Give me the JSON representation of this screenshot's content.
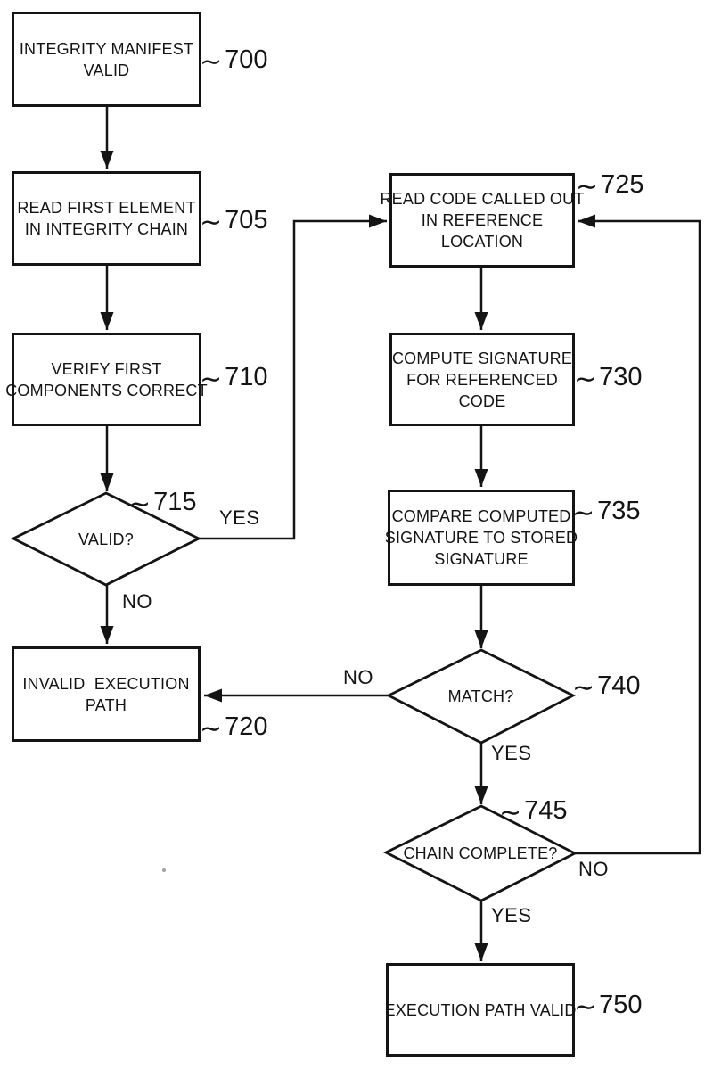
{
  "figure": {
    "squiggle": "∼",
    "nodes": {
      "n700": {
        "ref": "700",
        "lines": [
          "INTEGRITY MANIFEST",
          "VALID"
        ]
      },
      "n705": {
        "ref": "705",
        "lines": [
          "READ FIRST ELEMENT",
          "IN INTEGRITY CHAIN"
        ]
      },
      "n710": {
        "ref": "710",
        "lines": [
          "VERIFY FIRST",
          "COMPONENTS CORRECT"
        ]
      },
      "n715": {
        "ref": "715",
        "lines": [
          "VALID?"
        ]
      },
      "n720": {
        "ref": "720",
        "lines": [
          "INVALID  EXECUTION",
          "PATH"
        ]
      },
      "n725": {
        "ref": "725",
        "lines": [
          "READ CODE CALLED OUT",
          "IN REFERENCE",
          "LOCATION"
        ]
      },
      "n730": {
        "ref": "730",
        "lines": [
          "COMPUTE SIGNATURE",
          "FOR REFERENCED",
          "CODE"
        ]
      },
      "n735": {
        "ref": "735",
        "lines": [
          "COMPARE COMPUTED",
          "SIGNATURE TO STORED",
          "SIGNATURE"
        ]
      },
      "n740": {
        "ref": "740",
        "lines": [
          "MATCH?"
        ]
      },
      "n745": {
        "ref": "745",
        "lines": [
          "CHAIN COMPLETE?"
        ]
      },
      "n750": {
        "ref": "750",
        "lines": [
          "EXECUTION PATH VALID"
        ]
      }
    },
    "edge_labels": {
      "valid_yes": "YES",
      "valid_no": "NO",
      "match_no": "NO",
      "match_yes": "YES",
      "chain_no": "NO",
      "chain_yes": "YES"
    },
    "colors": {
      "ink": "#141414",
      "paper": "#ffffff"
    }
  }
}
